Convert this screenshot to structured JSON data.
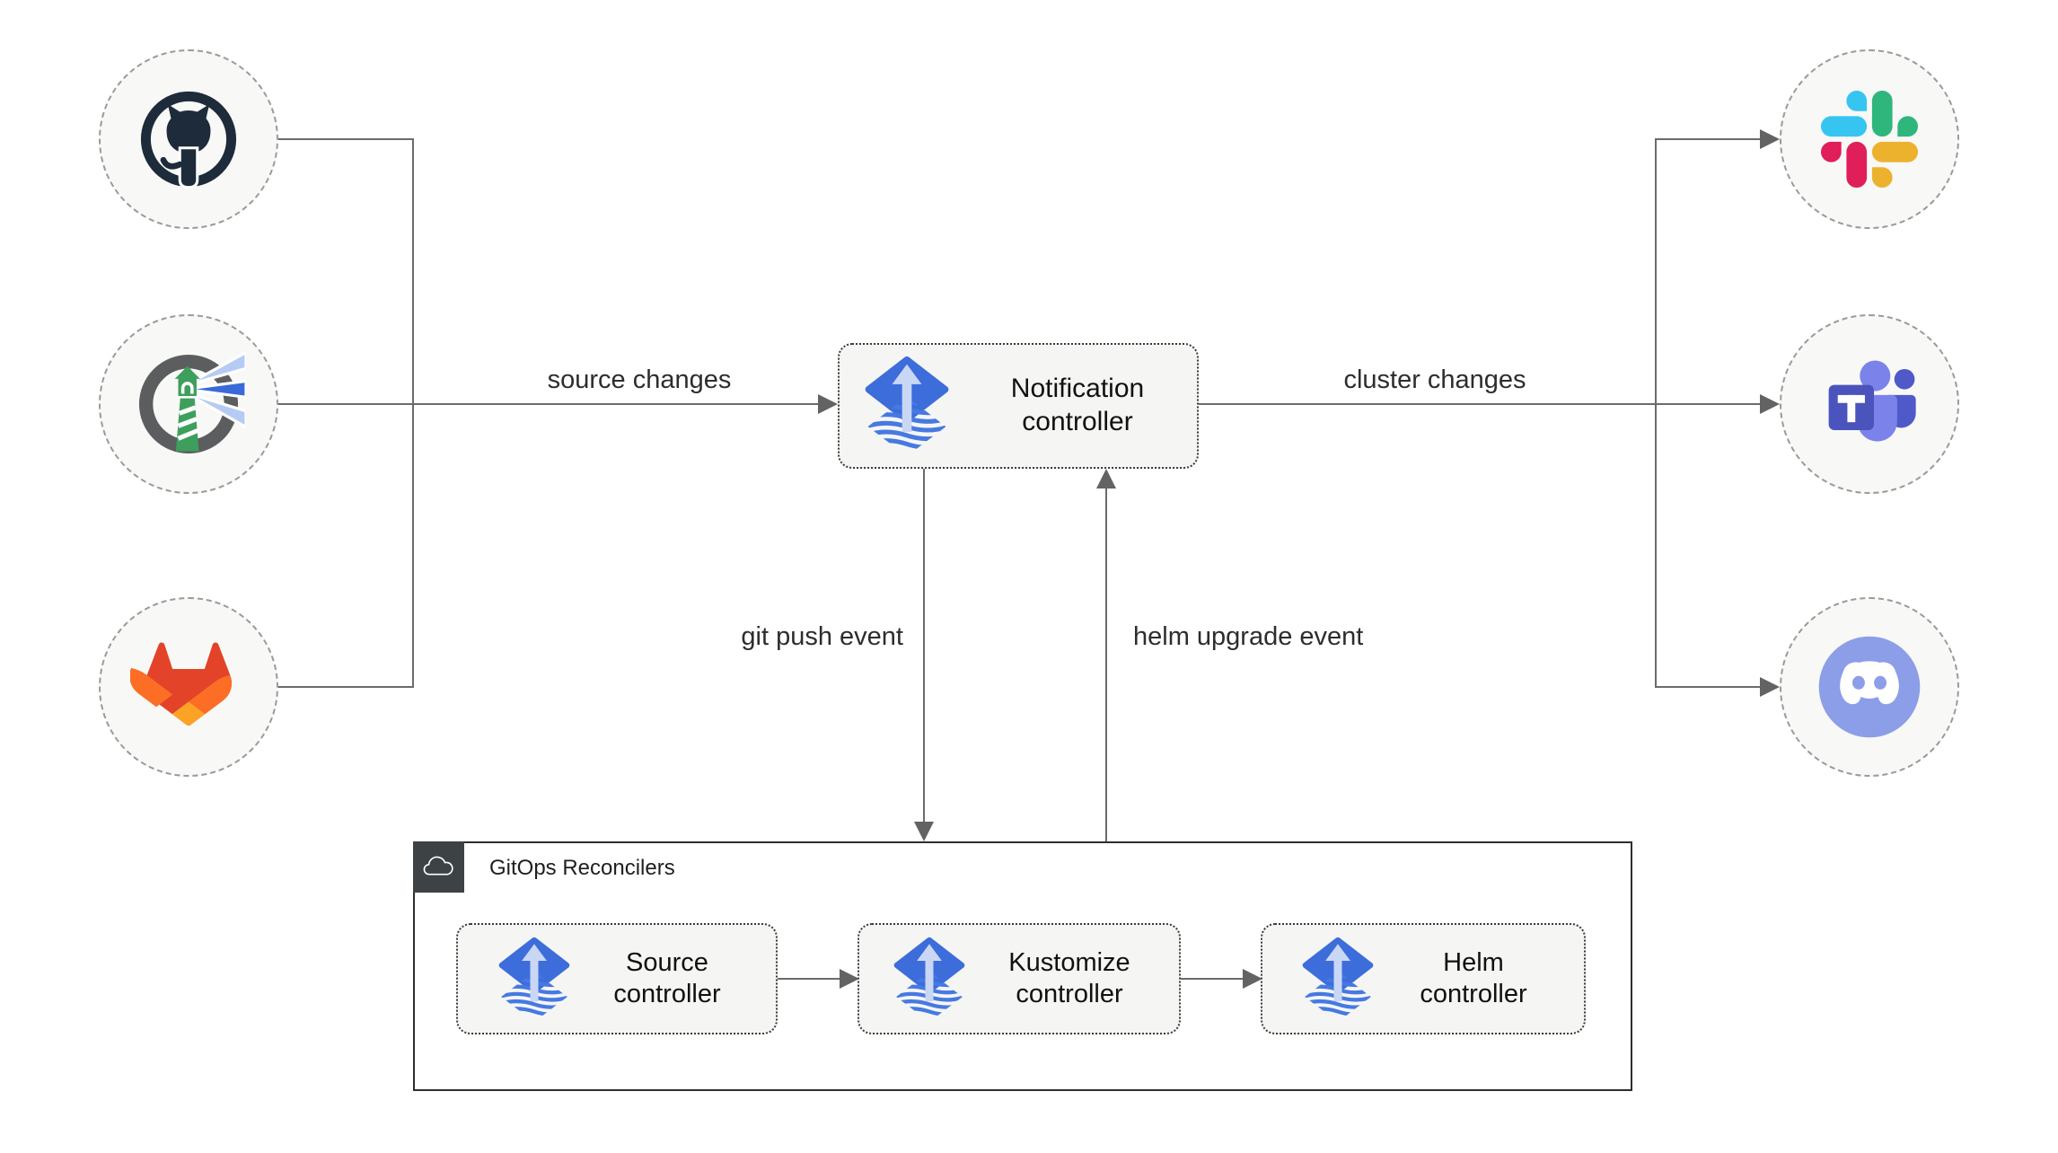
{
  "diagram": {
    "group_label": "GitOps Reconcilers",
    "nodes": {
      "notification": {
        "label": "Notification controller",
        "icon": "flux-icon"
      },
      "source": {
        "label": "Source controller",
        "icon": "flux-icon"
      },
      "kustomize": {
        "label": "Kustomize controller",
        "icon": "flux-icon"
      },
      "helm": {
        "label": "Helm controller",
        "icon": "flux-icon"
      }
    },
    "sources": [
      {
        "icon": "github-icon"
      },
      {
        "icon": "harbor-icon"
      },
      {
        "icon": "gitlab-icon"
      }
    ],
    "notifiers": [
      {
        "icon": "slack-icon"
      },
      {
        "icon": "teams-icon"
      },
      {
        "icon": "discord-icon"
      }
    ],
    "edges": {
      "source_changes": "source changes",
      "cluster_changes": "cluster changes",
      "git_push": "git push event",
      "helm_upgrade": "helm upgrade event"
    },
    "colors": {
      "flux_blue": "#3D6DDB",
      "flux_wave_blue": "#4679E2",
      "connector_gray": "#6b6b6b",
      "node_fill": "#f8f8f6",
      "box_fill": "#f5f5f3",
      "group_border": "#2e2e2e",
      "badge_bg": "#3d4245",
      "slack_blue": "#36C5F0",
      "slack_green": "#2EB67D",
      "slack_yellow": "#ECB22E",
      "slack_red": "#E01E5A",
      "gitlab_red": "#E24329",
      "gitlab_orange": "#FC6D26",
      "gitlab_yellow": "#FCA326",
      "teams_purple": "#4B53BC",
      "discord_blurple": "#8C9EE8",
      "harbor_green": "#3E9F5C",
      "github_dark": "#1D2B3A"
    }
  }
}
